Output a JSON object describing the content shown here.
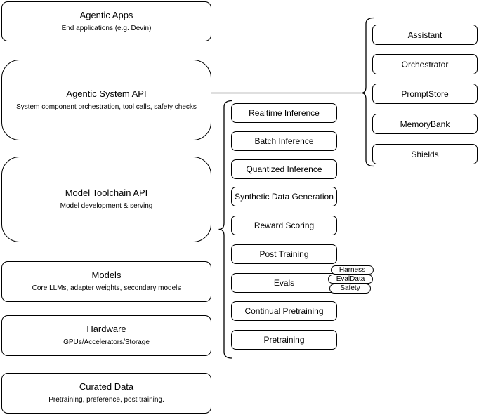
{
  "diagram": {
    "left_stack": [
      {
        "title": "Agentic Apps",
        "subtitle": "End applications (e.g. Devin)"
      },
      {
        "title": "Agentic System API",
        "subtitle": "System component orchestration, tool calls, safety checks"
      },
      {
        "title": "Model Toolchain API",
        "subtitle": "Model development & serving"
      },
      {
        "title": "Models",
        "subtitle": "Core LLMs, adapter weights, secondary models"
      },
      {
        "title": "Hardware",
        "subtitle": "GPUs/Accelerators/Storage"
      },
      {
        "title": "Curated Data",
        "subtitle": "Pretraining, preference, post training."
      }
    ],
    "toolchain_services": [
      "Realtime Inference",
      "Batch Inference",
      "Quantized Inference",
      "Synthetic Data Generation",
      "Reward Scoring",
      "Post Training",
      "Evals",
      "Continual Pretraining",
      "Pretraining"
    ],
    "eval_tags": [
      "Harness",
      "EvalData",
      "Safety"
    ],
    "system_components": [
      "Assistant",
      "Orchestrator",
      "PromptStore",
      "MemoryBank",
      "Shields"
    ],
    "colors": {
      "stroke": "#000000",
      "fill": "#ffffff",
      "background": "#ffffff"
    }
  }
}
